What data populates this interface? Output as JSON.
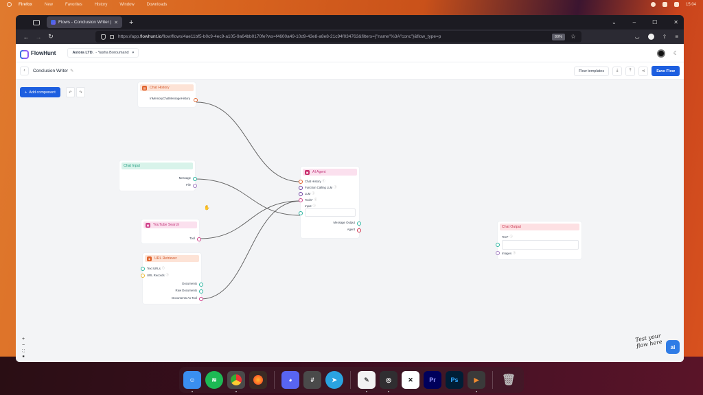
{
  "os": {
    "menubar": {
      "app_name": "Firefox",
      "items": [
        "New",
        "Favorites",
        "History",
        "Window",
        "Downloads"
      ],
      "clock": "15:04"
    },
    "dock": {
      "items": [
        {
          "name": "Finder",
          "color": "#3a8ff0",
          "glyph": "☺",
          "running": true
        },
        {
          "name": "Spotify",
          "color": "#1db954",
          "glyph": "≋",
          "running": false
        },
        {
          "name": "Chrome",
          "color": "#e8b020",
          "glyph": "◉",
          "running": true
        },
        {
          "name": "Firefox",
          "color": "#ff6a1a",
          "glyph": "●",
          "running": false
        },
        {
          "name": "Discord",
          "color": "#5865f2",
          "glyph": "◕",
          "running": false
        },
        {
          "name": "Slack",
          "color": "#4a154b",
          "glyph": "#",
          "running": false
        },
        {
          "name": "Telegram",
          "color": "#2aa3e0",
          "glyph": "➤",
          "running": false
        },
        {
          "name": "TextEdit",
          "color": "#f2f2f2",
          "glyph": "✎",
          "running": true
        },
        {
          "name": "OBS",
          "color": "#302e31",
          "glyph": "◎",
          "running": true
        },
        {
          "name": "CapCut",
          "color": "#ffffff",
          "glyph": "✕",
          "running": false
        },
        {
          "name": "Premiere Pro",
          "color": "#00005b",
          "glyph": "Pr",
          "running": false
        },
        {
          "name": "Photoshop",
          "color": "#001e36",
          "glyph": "Ps",
          "running": false
        },
        {
          "name": "Infuse",
          "color": "#3a3a3a",
          "glyph": "▶",
          "running": true
        },
        {
          "name": "Trash",
          "color": "#8a8a8a",
          "glyph": "🗑",
          "running": false
        }
      ]
    }
  },
  "browser": {
    "tab": {
      "title": "Flows - Conclusion Writer | Flo"
    },
    "url_prefix": "https://app.",
    "url_host": "flowhunt.io",
    "url_rest": "/flow/flows/4ae11bf5-b0c9-4ec9-a105-9a64bb0170fe?ws=f4600a49-10d9-43e8-a8e8-21c94f034763&filters={\"name\"%3A\"conc\"}&flow_type=p",
    "zoom_level": "80%"
  },
  "app": {
    "brand": "FlowHunt",
    "workspace": {
      "org": "Astora LTD.",
      "user": "- Yasha Boroumand"
    },
    "flow_name": "Conclusion Writer",
    "toolbar": {
      "flow_templates": "Flow templates",
      "save_flow": "Save Flow"
    },
    "canvas": {
      "add_component": "Add component",
      "hint": "Test your\nflow here",
      "chat_fab": "ai"
    },
    "nodes": {
      "chat_history": {
        "title": "Chat History",
        "outputs": [
          "InMemoryChatMessageHistory"
        ]
      },
      "chat_input": {
        "title": "Chat Input",
        "outputs": [
          "Message",
          "File"
        ]
      },
      "youtube_search": {
        "title": "YouTube Search",
        "outputs": [
          "Tool"
        ]
      },
      "url_retriever": {
        "title": "URL Retriever",
        "inputs": [
          "Text URLs",
          "URL Records"
        ],
        "outputs": [
          "Documents",
          "Raw Documents",
          "Documents As Tool"
        ]
      },
      "ai_agent": {
        "title": "AI Agent",
        "inputs": [
          "Chat History",
          "Function Calling LLM",
          "LLM",
          "Tools*",
          "Input"
        ],
        "outputs": [
          "Message Output",
          "Agent"
        ]
      },
      "chat_output": {
        "title": "Chat Output",
        "inputs": [
          "Text*",
          "Images"
        ]
      }
    },
    "colors": {
      "primary": "#1d5fe0",
      "orange": "#e0622b",
      "teal": "#2bb5a0",
      "purple": "#6b3fa0",
      "pink": "#d0408a",
      "yellow": "#e8b830",
      "red": "#d0304a"
    }
  }
}
